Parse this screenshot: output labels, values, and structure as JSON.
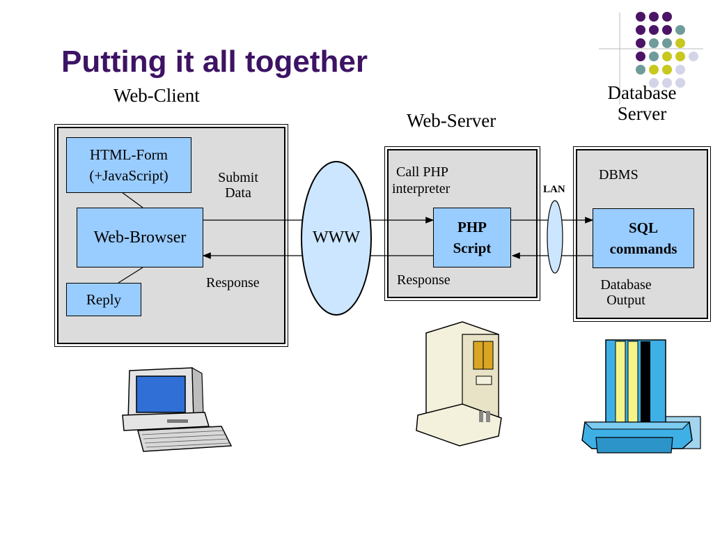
{
  "title": "Putting it all together",
  "tiers": {
    "client_label": "Web-Client",
    "server_label": "Web-Server",
    "db_label_line1": "Database",
    "db_label_line2": "Server"
  },
  "client": {
    "html_form_line1": "HTML-Form",
    "html_form_line2": "(+JavaScript)",
    "browser": "Web-Browser",
    "reply": "Reply",
    "submit_line1": "Submit",
    "submit_line2": "Data",
    "response": "Response"
  },
  "network": {
    "www": "WWW",
    "lan": "LAN"
  },
  "server": {
    "call_line1": "Call PHP",
    "call_line2": "interpreter",
    "php_line1": "PHP",
    "php_line2": "Script",
    "response": "Response"
  },
  "database": {
    "dbms": "DBMS",
    "sql_line1": "SQL",
    "sql_line2": "commands",
    "output_line1": "Database",
    "output_line2": "Output"
  },
  "colors": {
    "title": "#3d1364",
    "box_fill": "#99ccff",
    "frame_fill": "#dcdcdc",
    "dot_purple": "#4b1466",
    "dot_teal": "#6f9c9a",
    "dot_yellow": "#c8c81e",
    "dot_lavender": "#d4d4e8"
  },
  "icons": {
    "client": "desktop-computer-icon",
    "server": "tower-server-icon",
    "database": "mainframe-database-icon"
  }
}
